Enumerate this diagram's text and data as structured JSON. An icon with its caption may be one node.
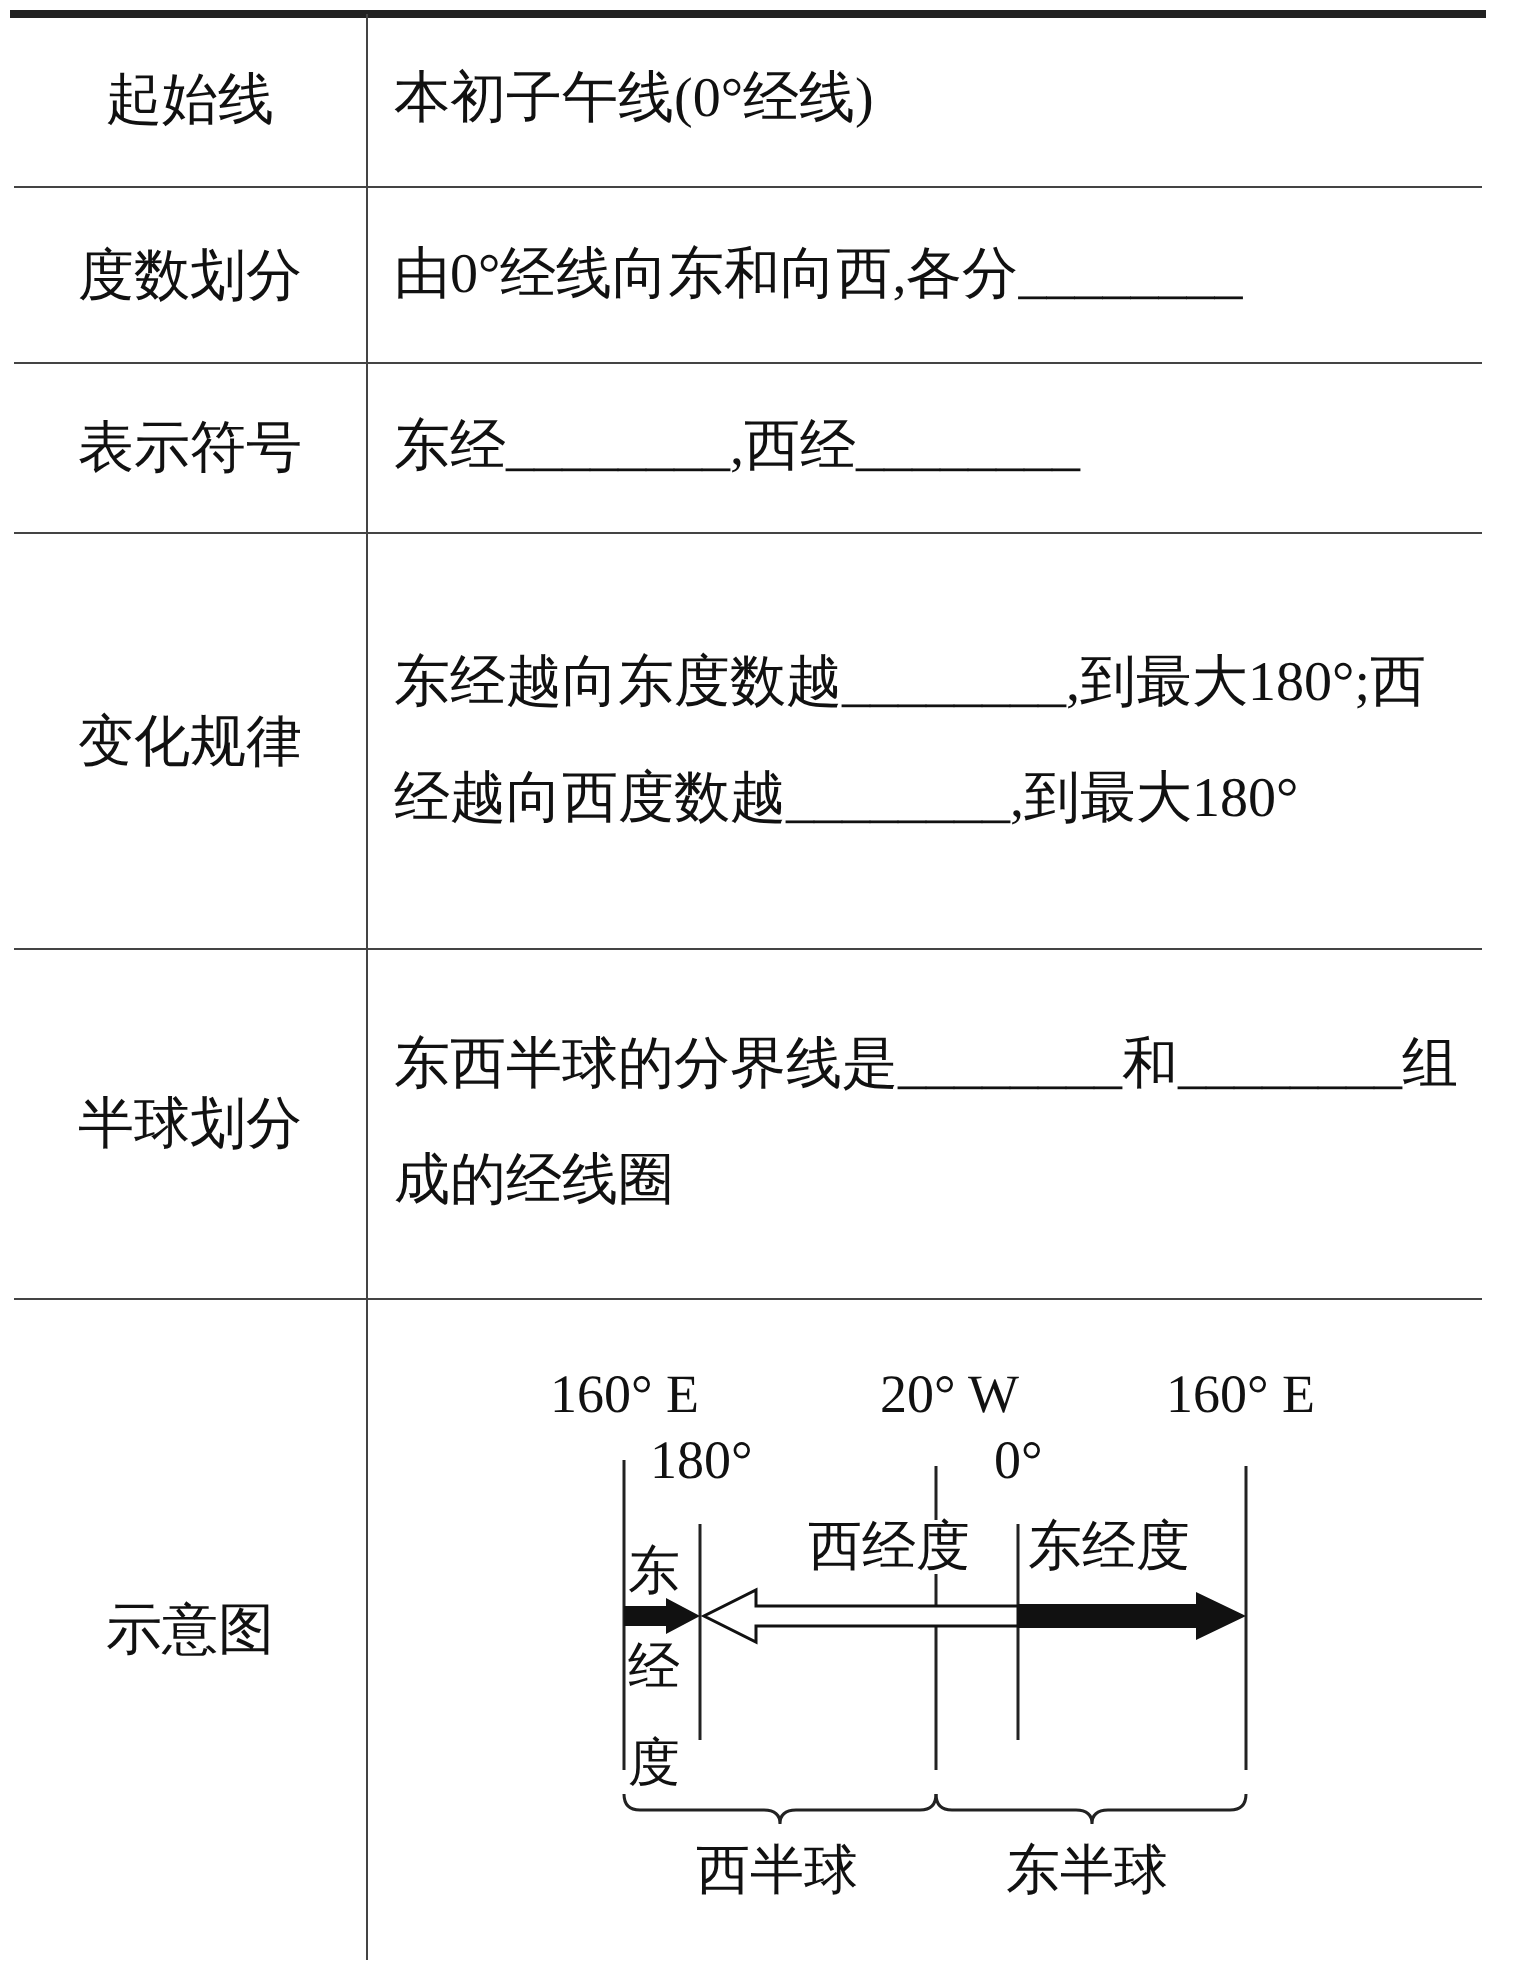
{
  "diagram": {
    "labels": [
      "起始线",
      "本初子午线(0°经线)",
      "度数划分",
      "由0°经线向东和向西,各分________",
      "表示符号",
      "东经________,西经________",
      "变化规律",
      "东经越向东度数越________,到最大180°;西经越向西度数越________,到最大180°",
      "半球划分",
      "东西半球的分界线是________和________组成的经线圈",
      "示意图",
      "160° E",
      "20° W",
      "160° E",
      "180°",
      "0°",
      "东经度",
      "西经度",
      "东经度",
      "西半球",
      "东半球"
    ]
  }
}
